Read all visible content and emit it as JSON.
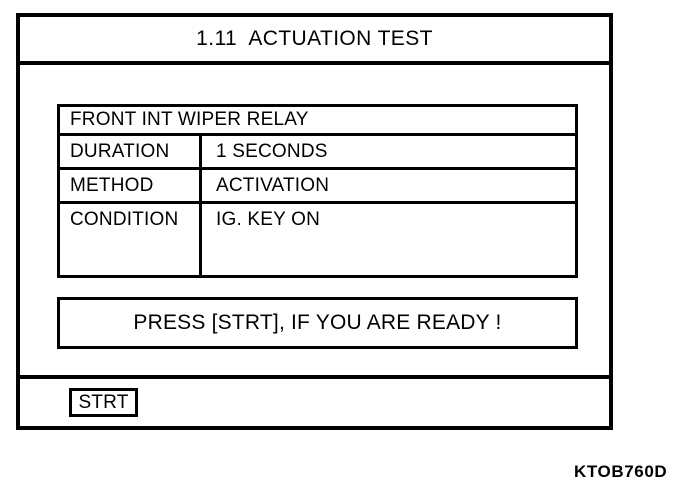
{
  "screen": {
    "title": "1.11  ACTUATION TEST",
    "device_label": "FRONT INT WIPER RELAY",
    "parameters": [
      {
        "label": "DURATION",
        "value": "1 SECONDS"
      },
      {
        "label": "METHOD",
        "value": "ACTIVATION"
      },
      {
        "label": "CONDITION",
        "value": "IG. KEY ON"
      }
    ],
    "message": "PRESS [STRT], IF YOU ARE READY !",
    "softkeys": [
      {
        "label": "STRT"
      }
    ]
  },
  "figure": {
    "caption": "KTOB760D"
  },
  "colors": {
    "ink": "#000000",
    "paper": "#ffffff"
  }
}
